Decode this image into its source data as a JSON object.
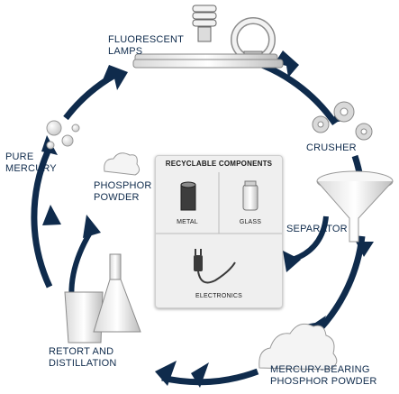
{
  "diagram": {
    "stages": {
      "lamps": "FLUORESCENT\nLAMPS",
      "crusher": "CRUSHER",
      "separator": "SEPARATOR",
      "mercury_bearing": "MERCURY-BEARING\nPHOSPHOR POWDER",
      "retort": "RETORT AND\nDISTILLATION",
      "pure_mercury": "PURE\nMERCURY",
      "phosphor": "PHOSPHOR\nPOWDER"
    },
    "panel": {
      "title": "RECYCLABLE COMPONENTS",
      "metal": "METAL",
      "glass": "GLASS",
      "electronics": "ELECTRONICS"
    },
    "icons": [
      "cfl-bulb-icon",
      "circular-tube-icon",
      "linear-tube-icon",
      "gear-icon",
      "funnel-icon",
      "powder-pile-icon",
      "flask-icon",
      "beaker-icon",
      "mercury-droplets-icon",
      "metal-can-icon",
      "glass-jar-icon",
      "power-plug-icon"
    ],
    "colors": {
      "arrow": "#0f2b4c",
      "label": "#0f2b4c",
      "panel_bg": "#efefef"
    }
  }
}
